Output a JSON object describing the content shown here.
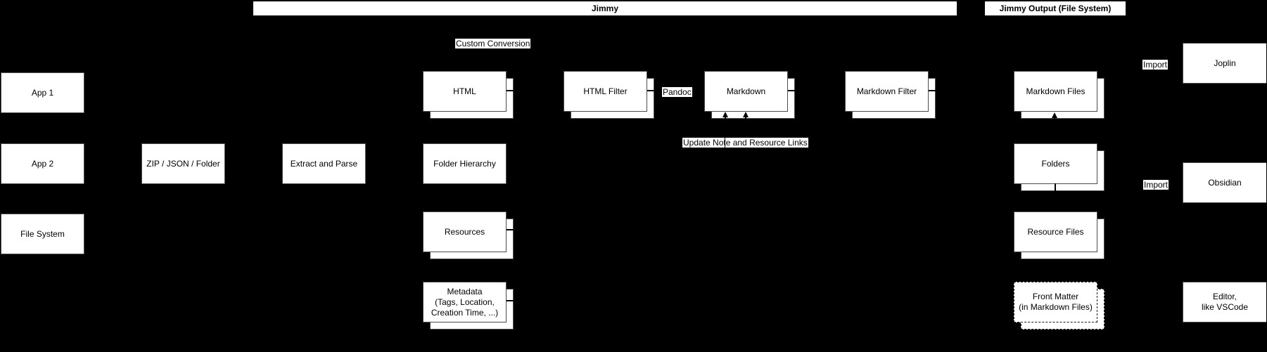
{
  "colors": {
    "background": "#000000",
    "node_fill": "#ffffff",
    "node_border": "#4c4c4c",
    "text": "#000000"
  },
  "headers": {
    "jimmy": "Jimmy",
    "jimmy_output": "Jimmy Output (File System)"
  },
  "nodes": {
    "app1": {
      "label": "App 1"
    },
    "app2": {
      "label": "App 2"
    },
    "file_system": {
      "label": "File System"
    },
    "zip_json_folder": {
      "label": "ZIP / JSON / Folder"
    },
    "extract_parse": {
      "label": "Extract and Parse"
    },
    "html": {
      "label": "HTML"
    },
    "folder_hierarchy": {
      "label": "Folder Hierarchy"
    },
    "resources": {
      "label": "Resources"
    },
    "metadata": {
      "line1": "Metadata",
      "line2": "(Tags, Location,",
      "line3": "Creation Time, ...)"
    },
    "html_filter": {
      "label": "HTML Filter"
    },
    "markdown": {
      "label": "Markdown"
    },
    "markdown_filter": {
      "label": "Markdown Filter"
    },
    "markdown_files": {
      "label": "Markdown Files"
    },
    "folders": {
      "label": "Folders"
    },
    "resource_files": {
      "label": "Resource Files"
    },
    "front_matter": {
      "line1": "Front Matter",
      "line2": "(in Markdown Files)"
    },
    "joplin": {
      "label": "Joplin"
    },
    "obsidian": {
      "label": "Obsidian"
    },
    "editor": {
      "line1": "Editor,",
      "line2": "like VSCode"
    }
  },
  "edge_labels": {
    "custom_conversion": "Custom Conversion",
    "pandoc": "Pandoc",
    "update_links": "Update Note and Resource Links",
    "import_joplin": "Import",
    "import_obsidian": "Import"
  }
}
